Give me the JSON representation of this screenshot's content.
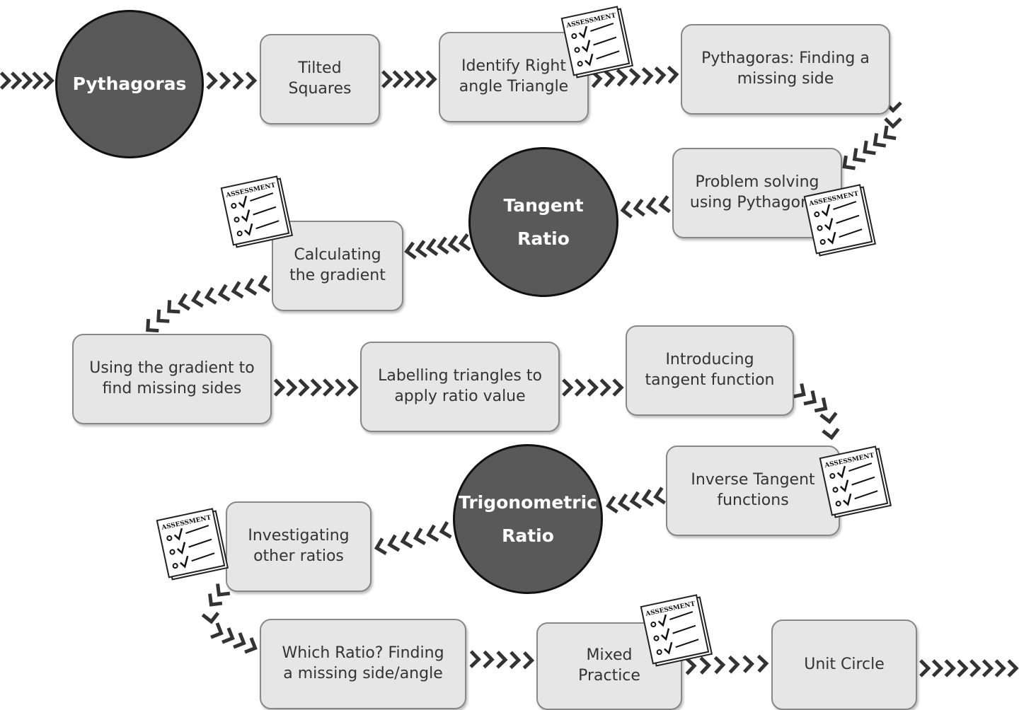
{
  "topics": {
    "pythagoras": "Pythagoras",
    "tangent": "Tangent\nRatio",
    "trig": "Trigonometric\nRatio"
  },
  "steps": {
    "tilted": "Tilted\nSquares",
    "identify": "Identify Right\nangle Triangle",
    "finding_side": "Pythagoras: Finding a\nmissing side",
    "problem": "Problem solving\nusing Pythagoras",
    "gradient": "Calculating\nthe gradient",
    "using_gradient": "Using the gradient to\nfind missing sides",
    "labelling": "Labelling triangles to\napply ratio value",
    "intro_tan": "Introducing\ntangent function",
    "inverse_tan": "Inverse Tangent\nfunctions",
    "other_ratios": "Investigating\nother ratios",
    "which_ratio": "Which Ratio? Finding\na missing side/angle",
    "mixed": "Mixed\nPractice",
    "unit_circle": "Unit Circle"
  },
  "assessment_label": "ASSESSMENT",
  "colors": {
    "arrow": "#333333",
    "box_fill": "#e6e6e6",
    "box_border": "#878787",
    "topic_fill": "#595959"
  }
}
